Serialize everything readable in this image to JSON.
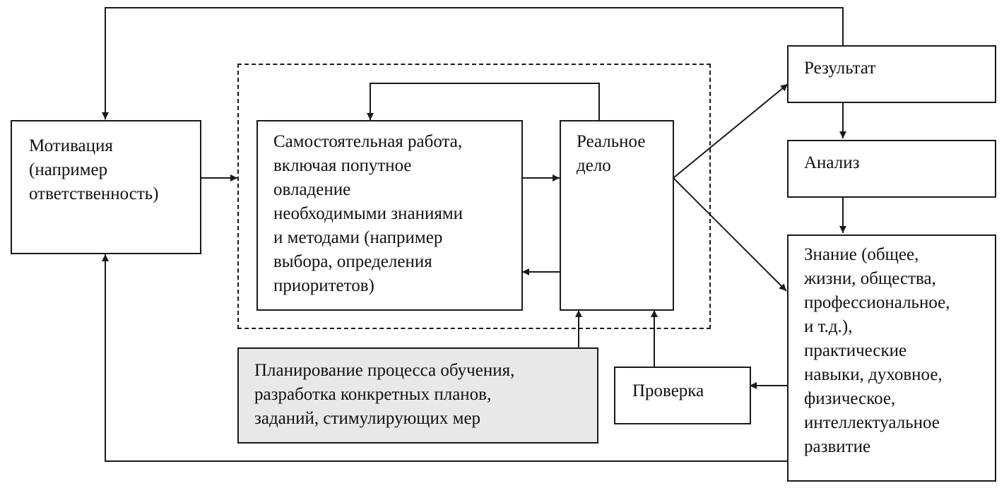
{
  "diagram": {
    "type": "flowchart",
    "language": "ru",
    "colors": {
      "line": "#1a1a1a",
      "box_fill": "#ffffff",
      "planning_fill": "#e8e8e8"
    },
    "nodes": {
      "motivation": {
        "label": "Мотивация\n(например\nответственность)"
      },
      "self_work": {
        "label": "Самостоятельная работа,\nвключая попутное\nовладение\nнеобходимыми знаниями\nи методами (например\nвыбора, определения\nприоритетов)"
      },
      "real_work": {
        "label": "Реальное\nдело"
      },
      "result": {
        "label": "Результат"
      },
      "analysis": {
        "label": "Анализ"
      },
      "knowledge": {
        "label": "Знание (общее,\nжизни, общества,\nпрофессиональное,\nи т.д.),\nпрактические\nнавыки, духовное,\nфизическое,\nинтеллектуальное\nразвитие"
      },
      "check": {
        "label": "Проверка"
      },
      "planning": {
        "label": "Планирование процесса обучения,\nразработка конкретных планов,\nзаданий, стимулирующих мер"
      }
    },
    "edges": [
      {
        "from": "result",
        "to": "motivation",
        "style": "solid"
      },
      {
        "from": "motivation",
        "to": "work_group",
        "style": "solid"
      },
      {
        "from": "self_work",
        "to": "real_work",
        "style": "solid"
      },
      {
        "from": "real_work",
        "to": "self_work",
        "style": "solid"
      },
      {
        "from": "real_work",
        "to": "result",
        "style": "solid"
      },
      {
        "from": "real_work",
        "to": "knowledge",
        "style": "solid"
      },
      {
        "from": "result",
        "to": "analysis",
        "style": "solid",
        "bidirectional": true
      },
      {
        "from": "analysis",
        "to": "knowledge",
        "style": "solid"
      },
      {
        "from": "knowledge",
        "to": "check",
        "style": "solid"
      },
      {
        "from": "check",
        "to": "real_work",
        "style": "solid"
      },
      {
        "from": "planning",
        "to": "real_work",
        "style": "solid"
      },
      {
        "from": "planning",
        "to": "self_work",
        "style": "dashed"
      },
      {
        "from": "knowledge",
        "to": "motivation",
        "style": "solid"
      }
    ]
  }
}
